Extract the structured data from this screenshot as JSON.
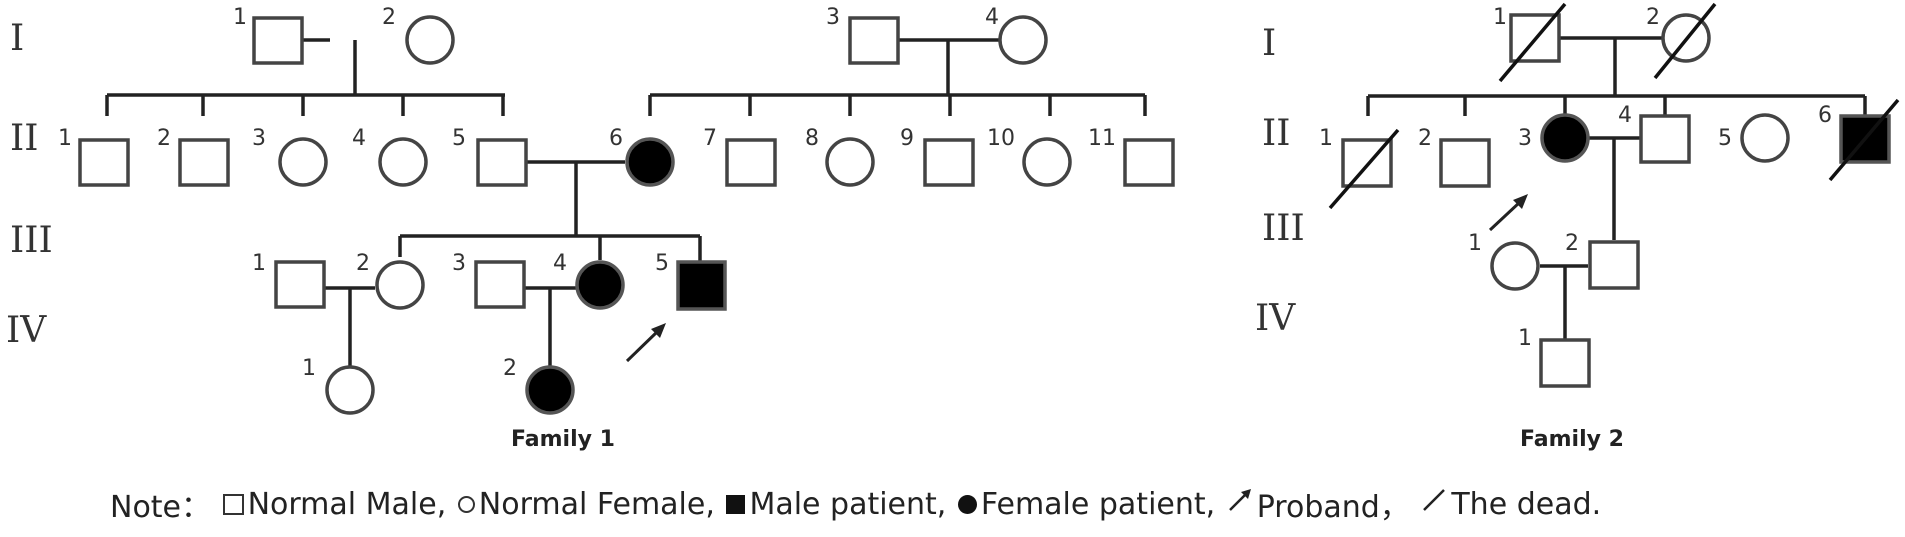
{
  "generations": [
    "I",
    "II",
    "III",
    "IV"
  ],
  "family1": {
    "caption": "Family 1",
    "individuals": [
      {
        "gen": "I",
        "num": "1",
        "sex": "male",
        "affected": false,
        "deceased": false
      },
      {
        "gen": "I",
        "num": "2",
        "sex": "female",
        "affected": false,
        "deceased": false
      },
      {
        "gen": "I",
        "num": "3",
        "sex": "male",
        "affected": false,
        "deceased": false
      },
      {
        "gen": "I",
        "num": "4",
        "sex": "female",
        "affected": false,
        "deceased": false
      },
      {
        "gen": "II",
        "num": "1",
        "sex": "male",
        "affected": false,
        "deceased": false
      },
      {
        "gen": "II",
        "num": "2",
        "sex": "male",
        "affected": false,
        "deceased": false
      },
      {
        "gen": "II",
        "num": "3",
        "sex": "female",
        "affected": false,
        "deceased": false
      },
      {
        "gen": "II",
        "num": "4",
        "sex": "female",
        "affected": false,
        "deceased": false
      },
      {
        "gen": "II",
        "num": "5",
        "sex": "male",
        "affected": false,
        "deceased": false
      },
      {
        "gen": "II",
        "num": "6",
        "sex": "female",
        "affected": true,
        "deceased": false
      },
      {
        "gen": "II",
        "num": "7",
        "sex": "male",
        "affected": false,
        "deceased": false
      },
      {
        "gen": "II",
        "num": "8",
        "sex": "female",
        "affected": false,
        "deceased": false
      },
      {
        "gen": "II",
        "num": "9",
        "sex": "male",
        "affected": false,
        "deceased": false
      },
      {
        "gen": "II",
        "num": "10",
        "sex": "female",
        "affected": false,
        "deceased": false
      },
      {
        "gen": "II",
        "num": "11",
        "sex": "male",
        "affected": false,
        "deceased": false
      },
      {
        "gen": "III",
        "num": "1",
        "sex": "male",
        "affected": false,
        "deceased": false
      },
      {
        "gen": "III",
        "num": "2",
        "sex": "female",
        "affected": false,
        "deceased": false
      },
      {
        "gen": "III",
        "num": "3",
        "sex": "male",
        "affected": false,
        "deceased": false
      },
      {
        "gen": "III",
        "num": "4",
        "sex": "female",
        "affected": true,
        "deceased": false
      },
      {
        "gen": "III",
        "num": "5",
        "sex": "male",
        "affected": true,
        "deceased": false,
        "proband": true
      },
      {
        "gen": "IV",
        "num": "1",
        "sex": "female",
        "affected": false,
        "deceased": false
      },
      {
        "gen": "IV",
        "num": "2",
        "sex": "female",
        "affected": true,
        "deceased": false
      }
    ]
  },
  "family2": {
    "caption": "Family 2",
    "individuals": [
      {
        "gen": "I",
        "num": "1",
        "sex": "male",
        "affected": false,
        "deceased": true
      },
      {
        "gen": "I",
        "num": "2",
        "sex": "female",
        "affected": false,
        "deceased": true
      },
      {
        "gen": "II",
        "num": "1",
        "sex": "male",
        "affected": false,
        "deceased": true
      },
      {
        "gen": "II",
        "num": "2",
        "sex": "male",
        "affected": false,
        "deceased": false
      },
      {
        "gen": "II",
        "num": "3",
        "sex": "female",
        "affected": true,
        "deceased": false,
        "proband": true
      },
      {
        "gen": "II",
        "num": "4",
        "sex": "male",
        "affected": false,
        "deceased": false
      },
      {
        "gen": "II",
        "num": "5",
        "sex": "female",
        "affected": false,
        "deceased": false
      },
      {
        "gen": "II",
        "num": "6",
        "sex": "male",
        "affected": true,
        "deceased": true
      },
      {
        "gen": "III",
        "num": "1",
        "sex": "female",
        "affected": false,
        "deceased": false
      },
      {
        "gen": "III",
        "num": "2",
        "sex": "male",
        "affected": false,
        "deceased": false
      },
      {
        "gen": "IV",
        "num": "1",
        "sex": "male",
        "affected": false,
        "deceased": false
      }
    ]
  },
  "note": {
    "prefix": "Note：",
    "normal_male": "Normal Male,",
    "normal_female": "Normal Female,",
    "male_patient": "Male patient,",
    "female_patient": "Female patient,",
    "proband": "Proband，",
    "dead": "The dead."
  },
  "colors": {
    "affected": "#000000",
    "outline": "#444444",
    "line": "#222222"
  }
}
